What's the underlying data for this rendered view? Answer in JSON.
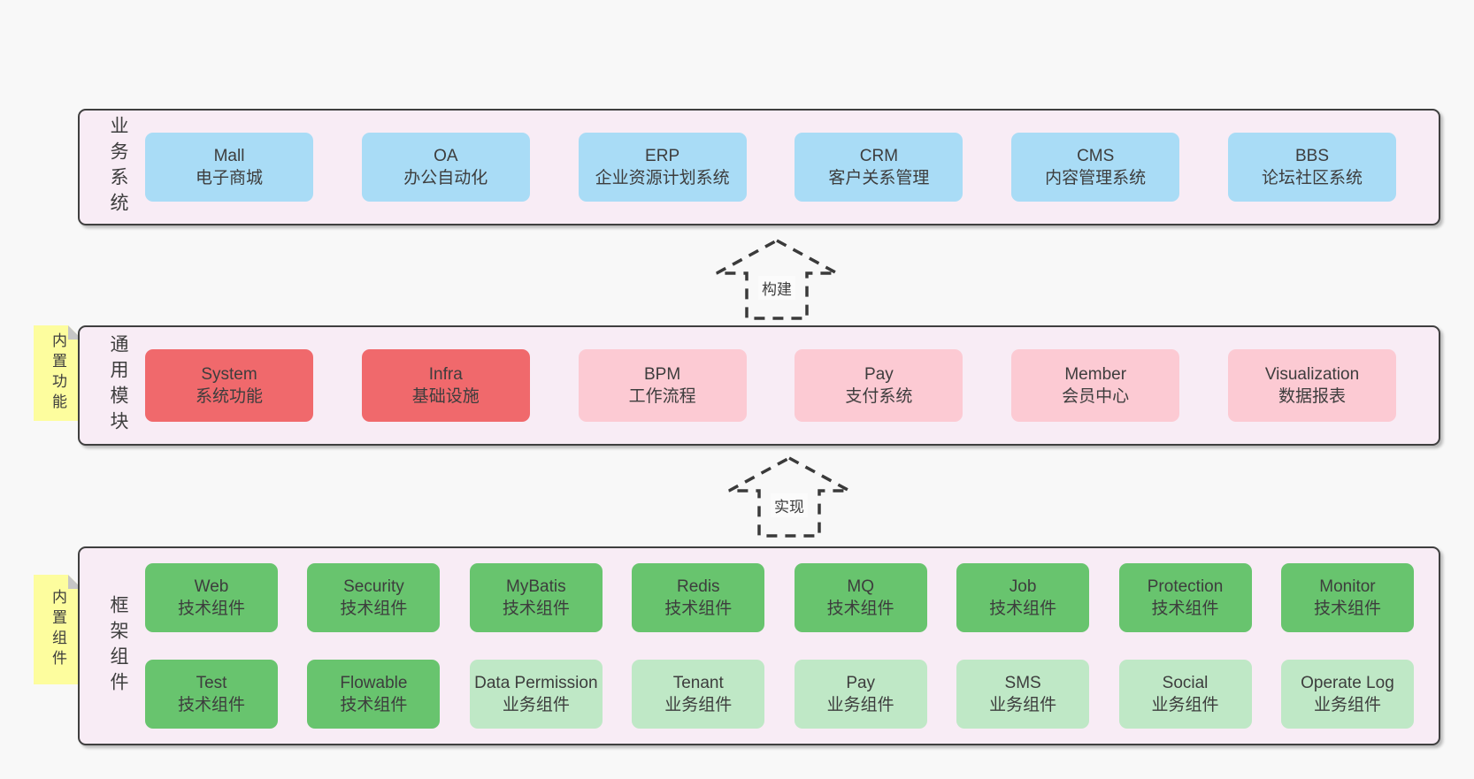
{
  "diagram": {
    "layers": [
      {
        "title": "业务系统",
        "boxes": [
          {
            "name": "Mall",
            "desc": "电子商城"
          },
          {
            "name": "OA",
            "desc": "办公自动化"
          },
          {
            "name": "ERP",
            "desc": "企业资源计划系统"
          },
          {
            "name": "CRM",
            "desc": "客户关系管理"
          },
          {
            "name": "CMS",
            "desc": "内容管理系统"
          },
          {
            "name": "BBS",
            "desc": "论坛社区系统"
          }
        ]
      },
      {
        "title": "通用模块",
        "note": "内置功能",
        "boxes": [
          {
            "name": "System",
            "desc": "系统功能"
          },
          {
            "name": "Infra",
            "desc": "基础设施"
          },
          {
            "name": "BPM",
            "desc": "工作流程"
          },
          {
            "name": "Pay",
            "desc": "支付系统"
          },
          {
            "name": "Member",
            "desc": "会员中心"
          },
          {
            "name": "Visualization",
            "desc": "数据报表"
          }
        ]
      },
      {
        "title": "框架组件",
        "note": "内置组件",
        "rows": [
          [
            {
              "name": "Web",
              "desc": "技术组件"
            },
            {
              "name": "Security",
              "desc": "技术组件"
            },
            {
              "name": "MyBatis",
              "desc": "技术组件"
            },
            {
              "name": "Redis",
              "desc": "技术组件"
            },
            {
              "name": "MQ",
              "desc": "技术组件"
            },
            {
              "name": "Job",
              "desc": "技术组件"
            },
            {
              "name": "Protection",
              "desc": "技术组件"
            },
            {
              "name": "Monitor",
              "desc": "技术组件"
            }
          ],
          [
            {
              "name": "Test",
              "desc": "技术组件"
            },
            {
              "name": "Flowable",
              "desc": "技术组件"
            },
            {
              "name": "Data Permission",
              "desc": "业务组件"
            },
            {
              "name": "Tenant",
              "desc": "业务组件"
            },
            {
              "name": "Pay",
              "desc": "业务组件"
            },
            {
              "name": "SMS",
              "desc": "业务组件"
            },
            {
              "name": "Social",
              "desc": "业务组件"
            },
            {
              "name": "Operate Log",
              "desc": "业务组件"
            }
          ]
        ]
      }
    ],
    "arrows": [
      {
        "label": "构建"
      },
      {
        "label": "实现"
      }
    ],
    "colors": {
      "panel_fill": "#f8ecf5",
      "panel_border": "#3f3f3f",
      "business_system_box": "#a9dcf6",
      "core_module_box": "#f0696c",
      "optional_module_box": "#fccad3",
      "tech_component_box": "#68c46e",
      "biz_component_box": "#bfe8c6",
      "sticky_note": "#fdfd9e",
      "text": "#3d3d3d"
    }
  }
}
